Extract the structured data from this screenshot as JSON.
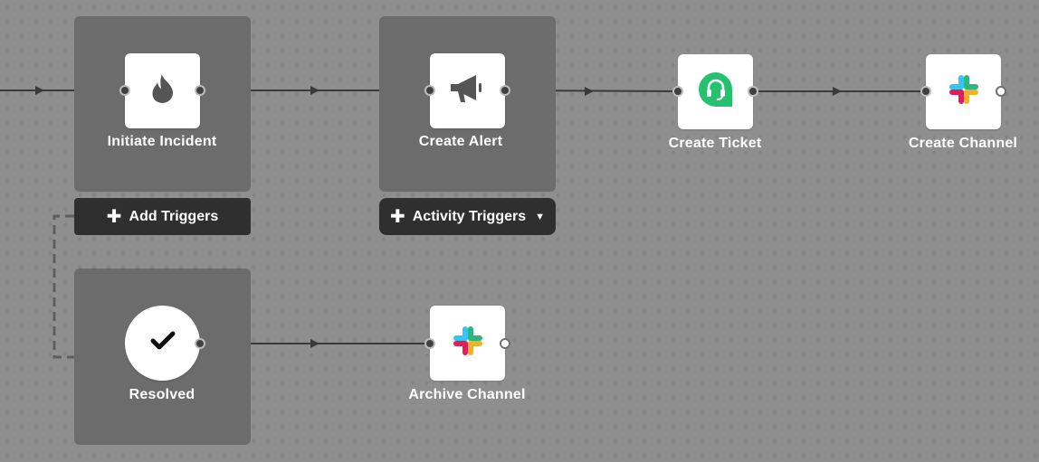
{
  "nodes": {
    "initiate_incident": {
      "label": "Initiate Incident",
      "icon": "flame-icon"
    },
    "create_alert": {
      "label": "Create Alert",
      "icon": "megaphone-icon"
    },
    "create_ticket": {
      "label": "Create Ticket",
      "icon": "headset-icon",
      "icon_color": "#25c16f"
    },
    "create_channel": {
      "label": "Create Channel",
      "icon": "slack-icon"
    },
    "resolved": {
      "label": "Resolved",
      "icon": "check-icon"
    },
    "archive_channel": {
      "label": "Archive Channel",
      "icon": "slack-icon"
    }
  },
  "buttons": {
    "add_triggers": {
      "label": "Add Triggers"
    },
    "activity_triggers": {
      "label": "Activity Triggers"
    }
  },
  "colors": {
    "canvas": "#8e8e8e",
    "group": "#6c6c6c",
    "button": "#2f2f2f",
    "wire": "#3a3a3a",
    "slack_blue": "#36c5f0",
    "slack_green": "#2eb67d",
    "slack_red": "#e01e5a",
    "slack_yellow": "#ecb22e"
  }
}
